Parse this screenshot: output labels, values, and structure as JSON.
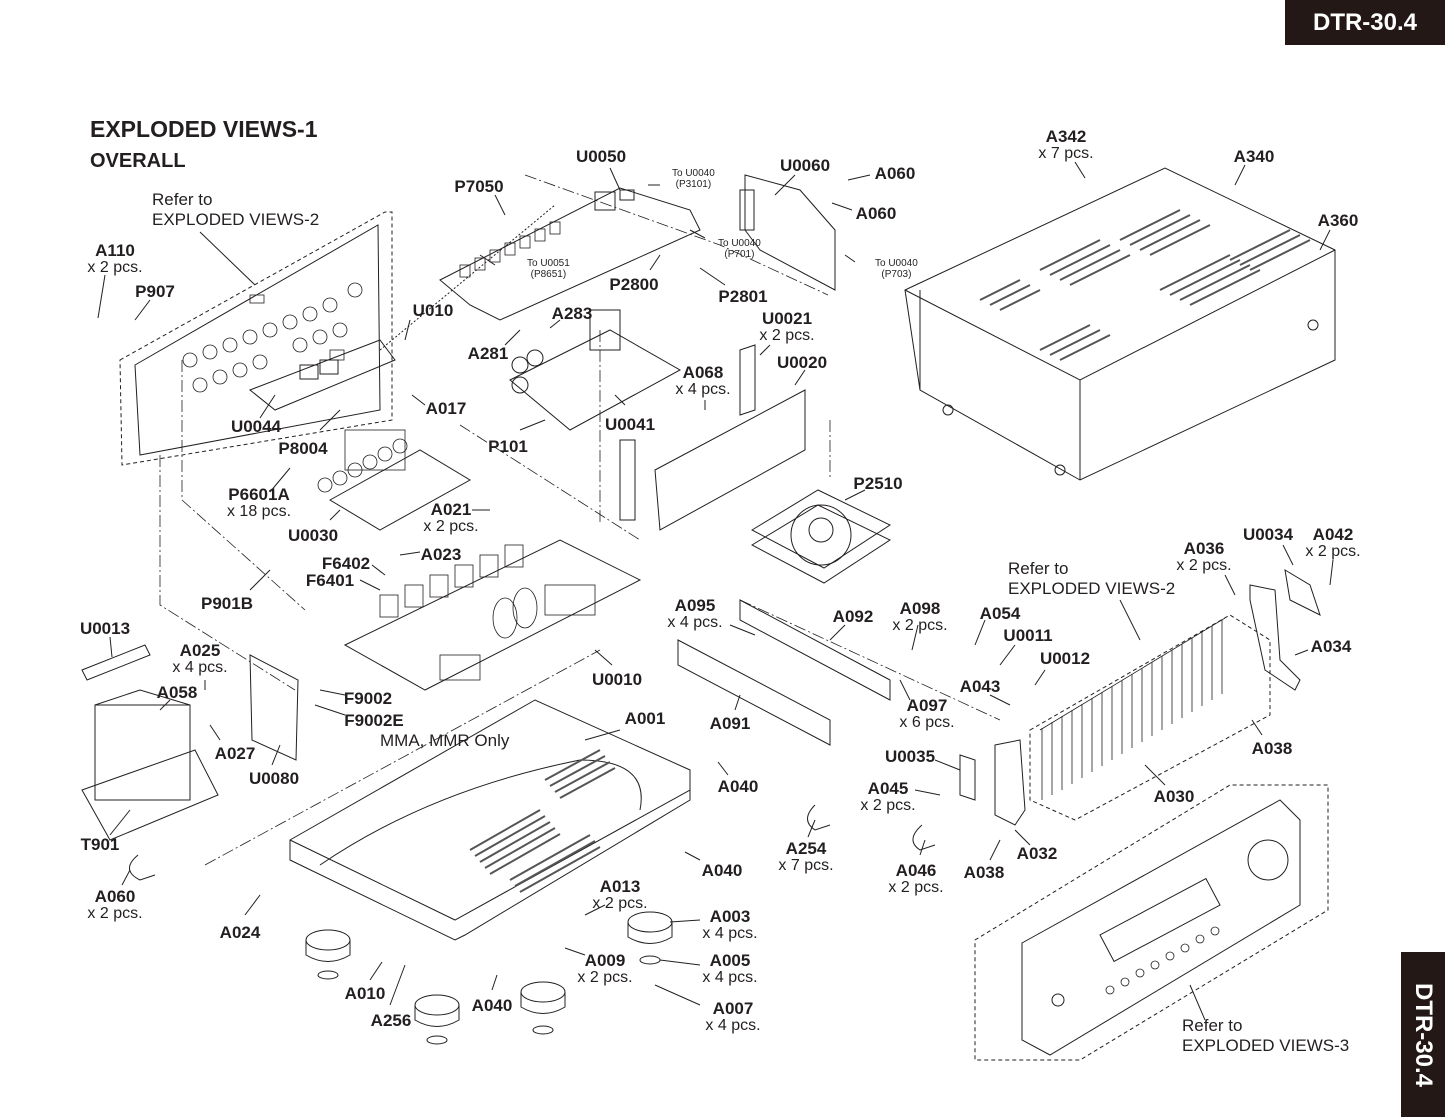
{
  "header": {
    "model_tab": "DTR-30.4",
    "side_tab": "DTR-30.4",
    "title": "EXPLODED VIEWS-1",
    "subtitle": "OVERALL"
  },
  "notes": [
    {
      "id": "ref-ev2-top",
      "lines": [
        "Refer to",
        "EXPLODED VIEWS-2"
      ]
    },
    {
      "id": "ref-ev2-heatsink",
      "lines": [
        "Refer to",
        "EXPLODED VIEWS-2"
      ]
    },
    {
      "id": "ref-ev3-front",
      "lines": [
        "Refer to",
        "EXPLODED VIEWS-3"
      ]
    },
    {
      "id": "f9002e-note",
      "lines": [
        "MMA, MMR Only"
      ]
    }
  ],
  "connector_notes": [
    {
      "line1": "To U0040",
      "line2": "(P3101)"
    },
    {
      "line1": "To U0040",
      "line2": "(P701)"
    },
    {
      "line1": "To U0051",
      "line2": "(P8651)"
    },
    {
      "line1": "To U0040",
      "line2": "(P703)"
    }
  ],
  "callouts": [
    {
      "part": "A110",
      "qty": "x 2 pcs."
    },
    {
      "part": "P907",
      "qty": ""
    },
    {
      "part": "P7050",
      "qty": ""
    },
    {
      "part": "U0050",
      "qty": ""
    },
    {
      "part": "U0060",
      "qty": ""
    },
    {
      "part": "A060",
      "qty": ""
    },
    {
      "part": "A060",
      "qty": ""
    },
    {
      "part": "A342",
      "qty": "x 7 pcs."
    },
    {
      "part": "A340",
      "qty": ""
    },
    {
      "part": "A360",
      "qty": ""
    },
    {
      "part": "U010",
      "qty": ""
    },
    {
      "part": "A283",
      "qty": ""
    },
    {
      "part": "P2800",
      "qty": ""
    },
    {
      "part": "P2801",
      "qty": ""
    },
    {
      "part": "A281",
      "qty": ""
    },
    {
      "part": "U0021",
      "qty": "x 2 pcs."
    },
    {
      "part": "U0020",
      "qty": ""
    },
    {
      "part": "A068",
      "qty": "x 4 pcs."
    },
    {
      "part": "A017",
      "qty": ""
    },
    {
      "part": "U0044",
      "qty": ""
    },
    {
      "part": "P8004",
      "qty": ""
    },
    {
      "part": "P101",
      "qty": ""
    },
    {
      "part": "U0041",
      "qty": ""
    },
    {
      "part": "P6601A",
      "qty": "x 18 pcs."
    },
    {
      "part": "U0030",
      "qty": ""
    },
    {
      "part": "A021",
      "qty": "x 2 pcs."
    },
    {
      "part": "A023",
      "qty": ""
    },
    {
      "part": "F6402",
      "qty": ""
    },
    {
      "part": "F6401",
      "qty": ""
    },
    {
      "part": "P2510",
      "qty": ""
    },
    {
      "part": "P901B",
      "qty": ""
    },
    {
      "part": "U0013",
      "qty": ""
    },
    {
      "part": "A025",
      "qty": "x 4 pcs."
    },
    {
      "part": "A058",
      "qty": ""
    },
    {
      "part": "F9002",
      "qty": ""
    },
    {
      "part": "F9002E",
      "qty": ""
    },
    {
      "part": "A027",
      "qty": ""
    },
    {
      "part": "U0080",
      "qty": ""
    },
    {
      "part": "U0010",
      "qty": ""
    },
    {
      "part": "A095",
      "qty": "x 4 pcs."
    },
    {
      "part": "A092",
      "qty": ""
    },
    {
      "part": "A098",
      "qty": "x 2 pcs."
    },
    {
      "part": "A097",
      "qty": "x 6 pcs."
    },
    {
      "part": "A091",
      "qty": ""
    },
    {
      "part": "A001",
      "qty": ""
    },
    {
      "part": "A054",
      "qty": ""
    },
    {
      "part": "U0011",
      "qty": ""
    },
    {
      "part": "U0012",
      "qty": ""
    },
    {
      "part": "A043",
      "qty": ""
    },
    {
      "part": "A036",
      "qty": "x 2 pcs."
    },
    {
      "part": "U0034",
      "qty": ""
    },
    {
      "part": "A042",
      "qty": "x 2 pcs."
    },
    {
      "part": "A034",
      "qty": ""
    },
    {
      "part": "A038",
      "qty": ""
    },
    {
      "part": "A030",
      "qty": ""
    },
    {
      "part": "U0035",
      "qty": ""
    },
    {
      "part": "A045",
      "qty": "x 2 pcs."
    },
    {
      "part": "A032",
      "qty": ""
    },
    {
      "part": "A038",
      "qty": ""
    },
    {
      "part": "A046",
      "qty": "x 2 pcs."
    },
    {
      "part": "A254",
      "qty": "x 7 pcs."
    },
    {
      "part": "A040",
      "qty": ""
    },
    {
      "part": "A040",
      "qty": ""
    },
    {
      "part": "T901",
      "qty": ""
    },
    {
      "part": "A060",
      "qty": "x 2 pcs."
    },
    {
      "part": "A024",
      "qty": ""
    },
    {
      "part": "A010",
      "qty": ""
    },
    {
      "part": "A256",
      "qty": ""
    },
    {
      "part": "A040",
      "qty": ""
    },
    {
      "part": "A013",
      "qty": "x 2 pcs."
    },
    {
      "part": "A009",
      "qty": "x 2 pcs."
    },
    {
      "part": "A003",
      "qty": "x 4 pcs."
    },
    {
      "part": "A005",
      "qty": "x 4 pcs."
    },
    {
      "part": "A007",
      "qty": "x 4 pcs."
    }
  ]
}
